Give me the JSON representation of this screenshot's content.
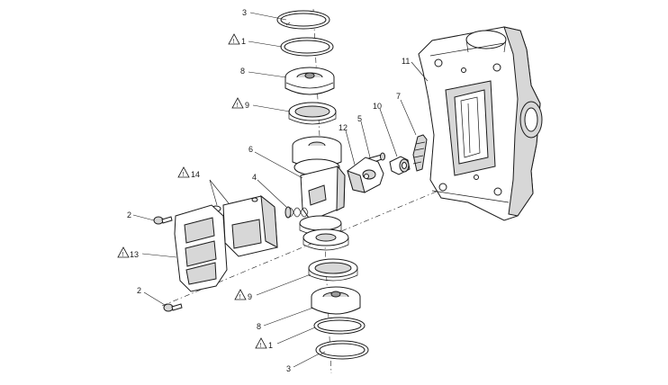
{
  "callouts": [
    {
      "id": "c-3-top",
      "label": "3",
      "warning": false
    },
    {
      "id": "c-1-top",
      "label": "1",
      "warning": true
    },
    {
      "id": "c-8-top",
      "label": "8",
      "warning": false
    },
    {
      "id": "c-9-top",
      "label": "9",
      "warning": true
    },
    {
      "id": "c-11",
      "label": "11",
      "warning": false
    },
    {
      "id": "c-7",
      "label": "7",
      "warning": false
    },
    {
      "id": "c-10",
      "label": "10",
      "warning": false
    },
    {
      "id": "c-5",
      "label": "5",
      "warning": false
    },
    {
      "id": "c-12",
      "label": "12",
      "warning": false
    },
    {
      "id": "c-6",
      "label": "6",
      "warning": false
    },
    {
      "id": "c-14",
      "label": "14",
      "warning": true
    },
    {
      "id": "c-4",
      "label": "4",
      "warning": false
    },
    {
      "id": "c-2-top",
      "label": "2",
      "warning": false
    },
    {
      "id": "c-13",
      "label": "13",
      "warning": true
    },
    {
      "id": "c-2-bottom",
      "label": "2",
      "warning": false
    },
    {
      "id": "c-9-bottom",
      "label": "9",
      "warning": true
    },
    {
      "id": "c-8-bottom",
      "label": "8",
      "warning": false
    },
    {
      "id": "c-1-bottom",
      "label": "1",
      "warning": true
    },
    {
      "id": "c-3-bottom",
      "label": "3",
      "warning": false
    }
  ],
  "warning_symbol": "!"
}
